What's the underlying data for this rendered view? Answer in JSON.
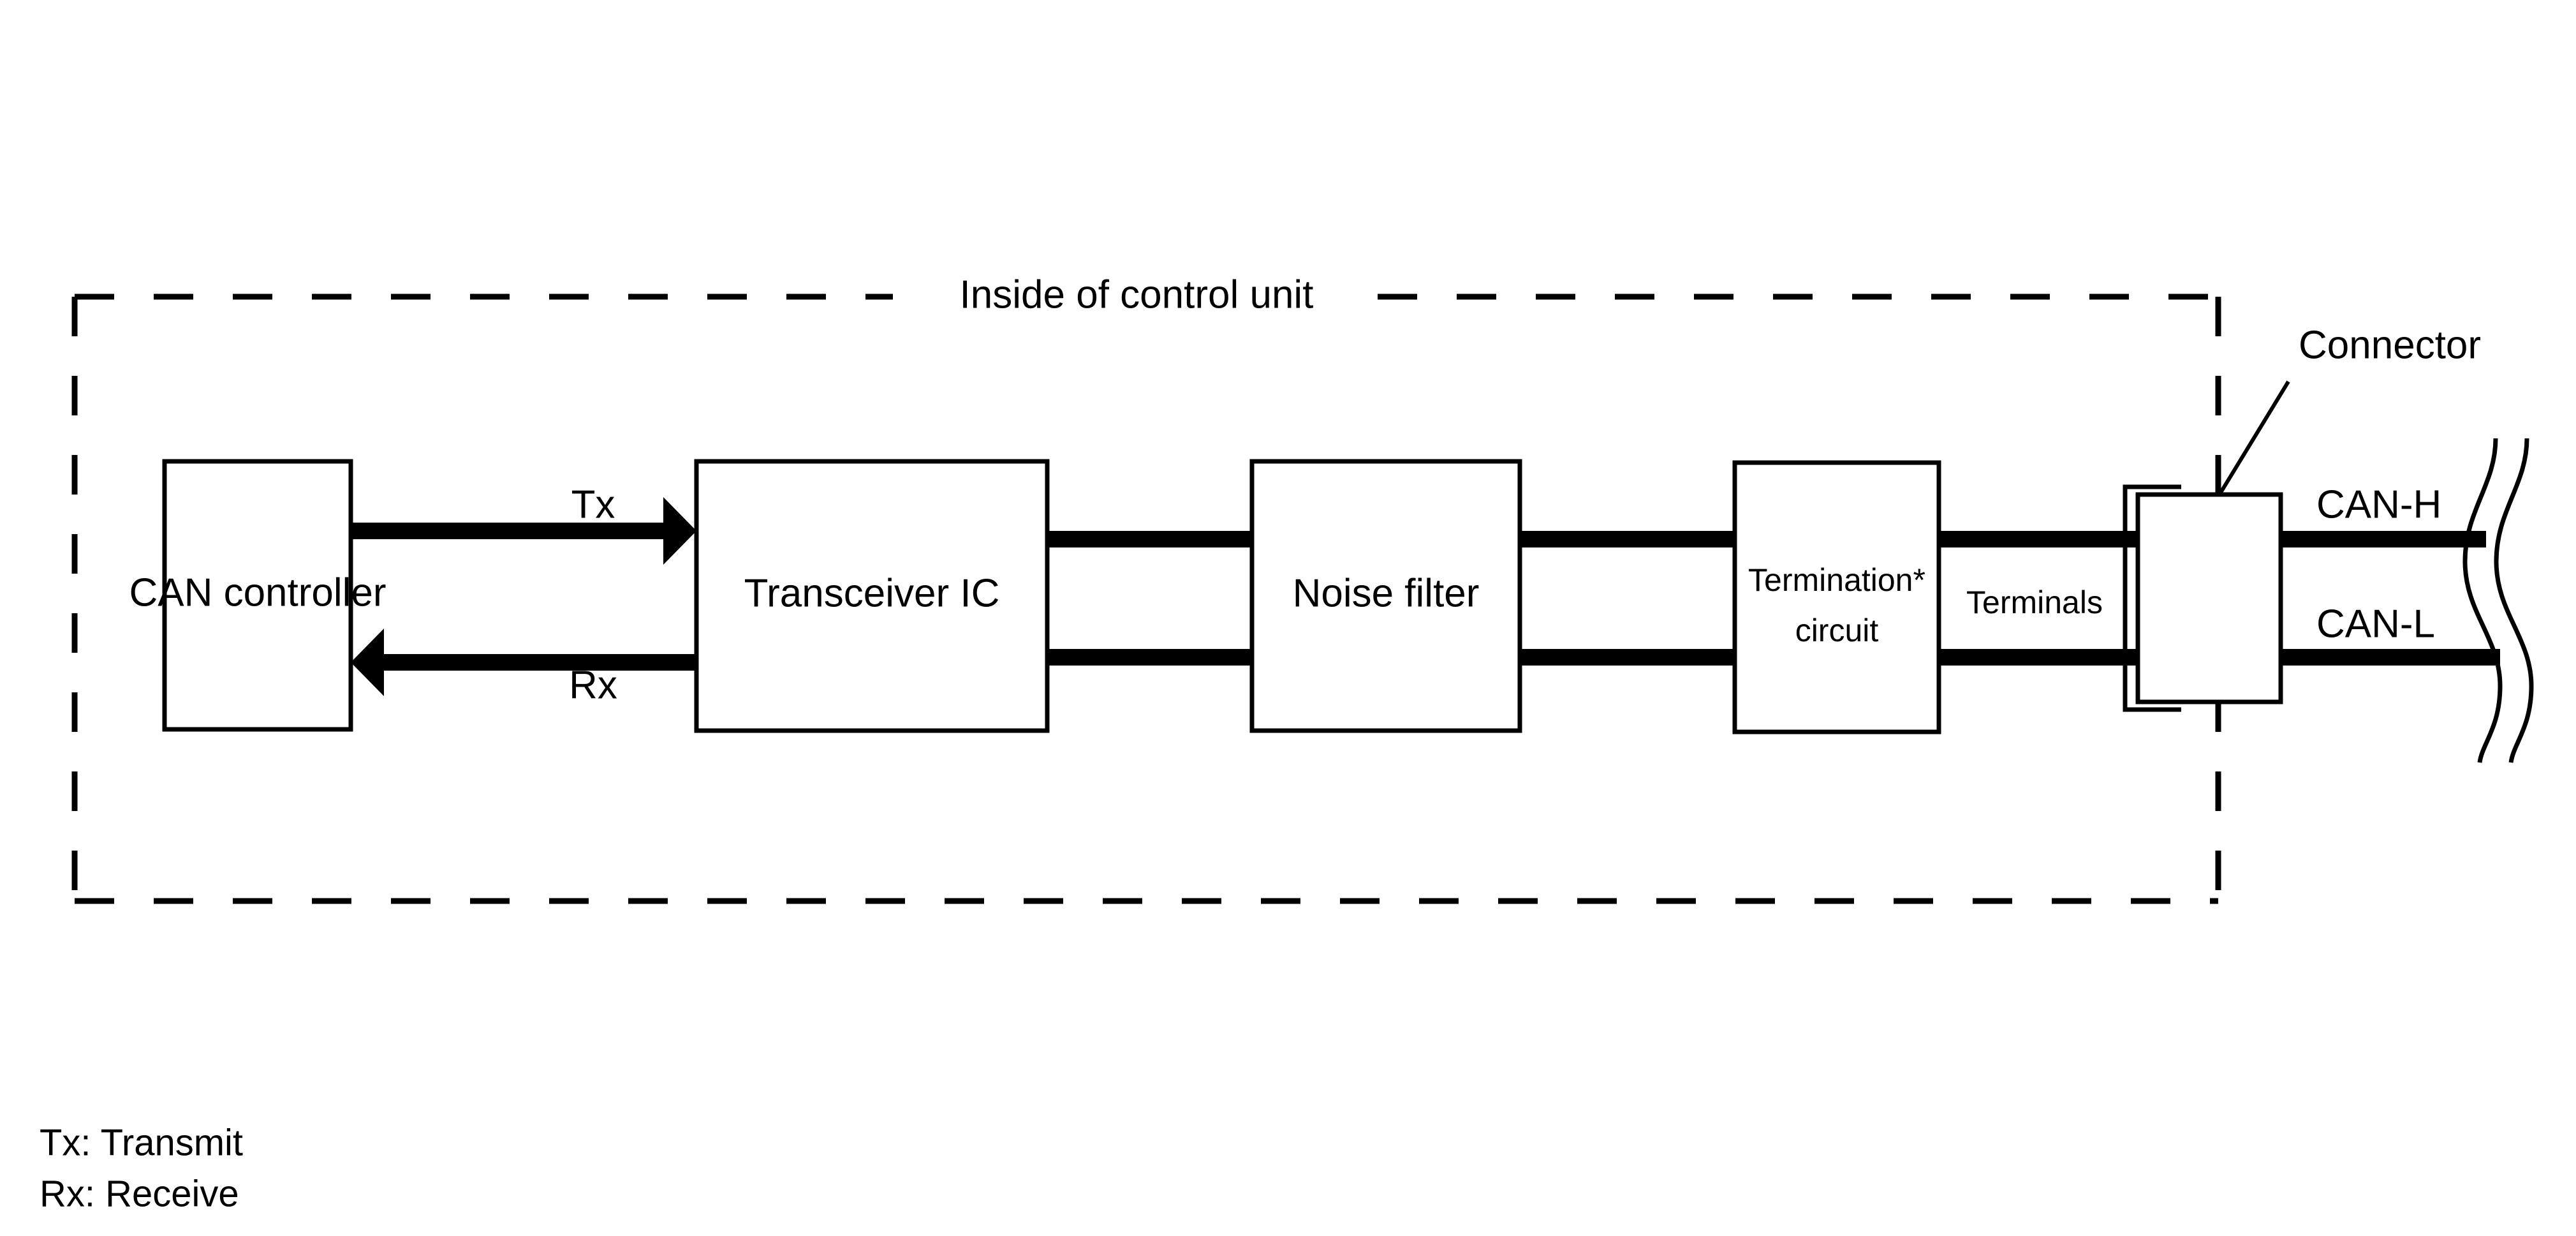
{
  "diagram": {
    "title": "Inside of control unit",
    "boundary": {
      "style": "dashed",
      "label": "Inside of control unit"
    },
    "blocks": [
      {
        "id": "can-controller",
        "label": "CAN controller",
        "lines": [
          "CAN controller"
        ]
      },
      {
        "id": "transceiver-ic",
        "label": "Transceiver IC",
        "lines": [
          "Transceiver IC"
        ]
      },
      {
        "id": "noise-filter",
        "label": "Noise filter",
        "lines": [
          "Noise filter"
        ]
      },
      {
        "id": "termination-circuit",
        "label": "Termination* circuit",
        "lines": [
          "Termination*",
          "circuit"
        ]
      }
    ],
    "free_labels": [
      {
        "id": "terminals",
        "text": "Terminals"
      },
      {
        "id": "connector",
        "text": "Connector"
      }
    ],
    "signals": [
      {
        "id": "tx",
        "label": "Tx",
        "direction": "right",
        "from": "can-controller",
        "to": "transceiver-ic"
      },
      {
        "id": "rx",
        "label": "Rx",
        "direction": "left",
        "from": "transceiver-ic",
        "to": "can-controller"
      }
    ],
    "bus_lines": [
      {
        "id": "can-h",
        "label": "CAN-H"
      },
      {
        "id": "can-l",
        "label": "CAN-L"
      }
    ],
    "legend": [
      "Tx: Transmit",
      "Rx: Receive"
    ],
    "colors": {
      "line": "#000000",
      "background": "#ffffff",
      "box_fill": "#ffffff"
    }
  }
}
